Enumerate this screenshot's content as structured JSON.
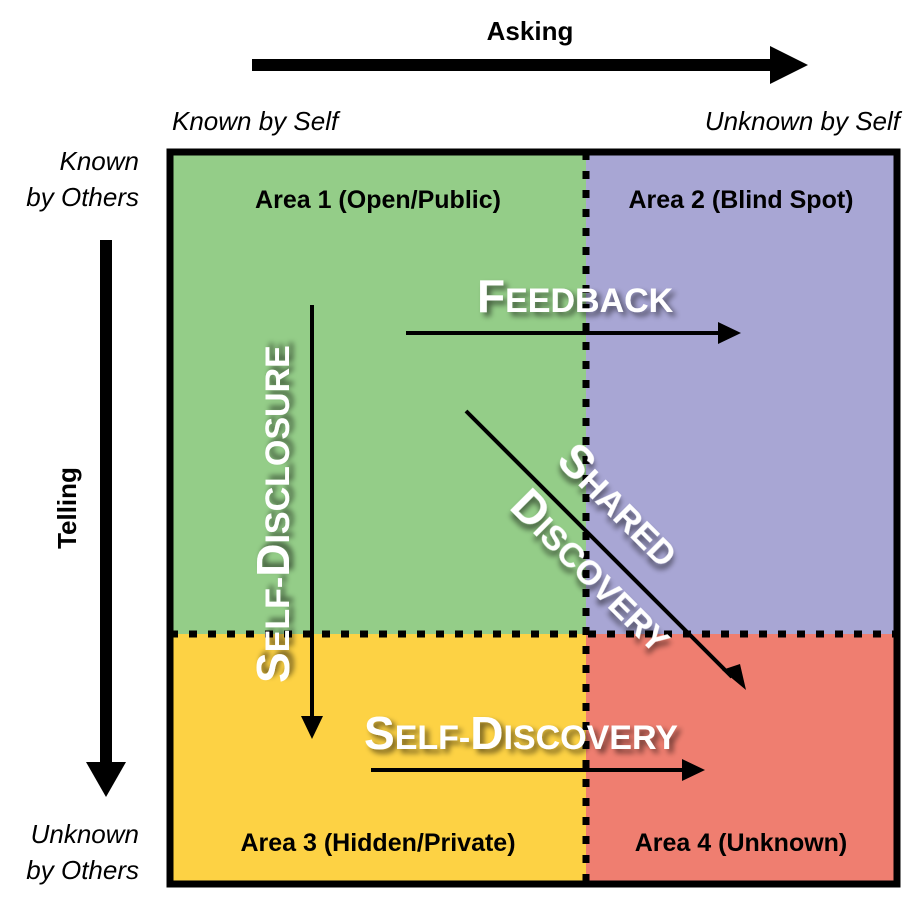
{
  "title": "Johari Window",
  "axes": {
    "horizontal": {
      "title": "Asking",
      "start_label": "Known by Self",
      "end_label": "Unknown by Self"
    },
    "vertical": {
      "title": "Telling",
      "start_label_line1": "Known",
      "start_label_line2": "by Others",
      "end_label_line1": "Unknown",
      "end_label_line2": "by Others"
    }
  },
  "areas": [
    {
      "id": 1,
      "label": "Area 1 (Open/Public)",
      "color": "#94cd88"
    },
    {
      "id": 2,
      "label": "Area 2 (Blind Spot)",
      "color": "#a8a6d4"
    },
    {
      "id": 3,
      "label": "Area 3 (Hidden/Private)",
      "color": "#fdd244"
    },
    {
      "id": 4,
      "label": "Area 4 (Unknown)",
      "color": "#ef7e70"
    }
  ],
  "processes": {
    "feedback": {
      "big": "F",
      "rest": "EEDBACK"
    },
    "self_disclosure": {
      "big1": "S",
      "rest1": "ELF-",
      "big2": "D",
      "rest2": "ISCLOSURE"
    },
    "self_discovery": {
      "big1": "S",
      "rest1": "ELF-",
      "big2": "D",
      "rest2": "ISCOVERY"
    },
    "shared": {
      "big": "S",
      "rest": "HARED"
    },
    "discovery": {
      "big": "D",
      "rest": "ISCOVERY"
    }
  }
}
